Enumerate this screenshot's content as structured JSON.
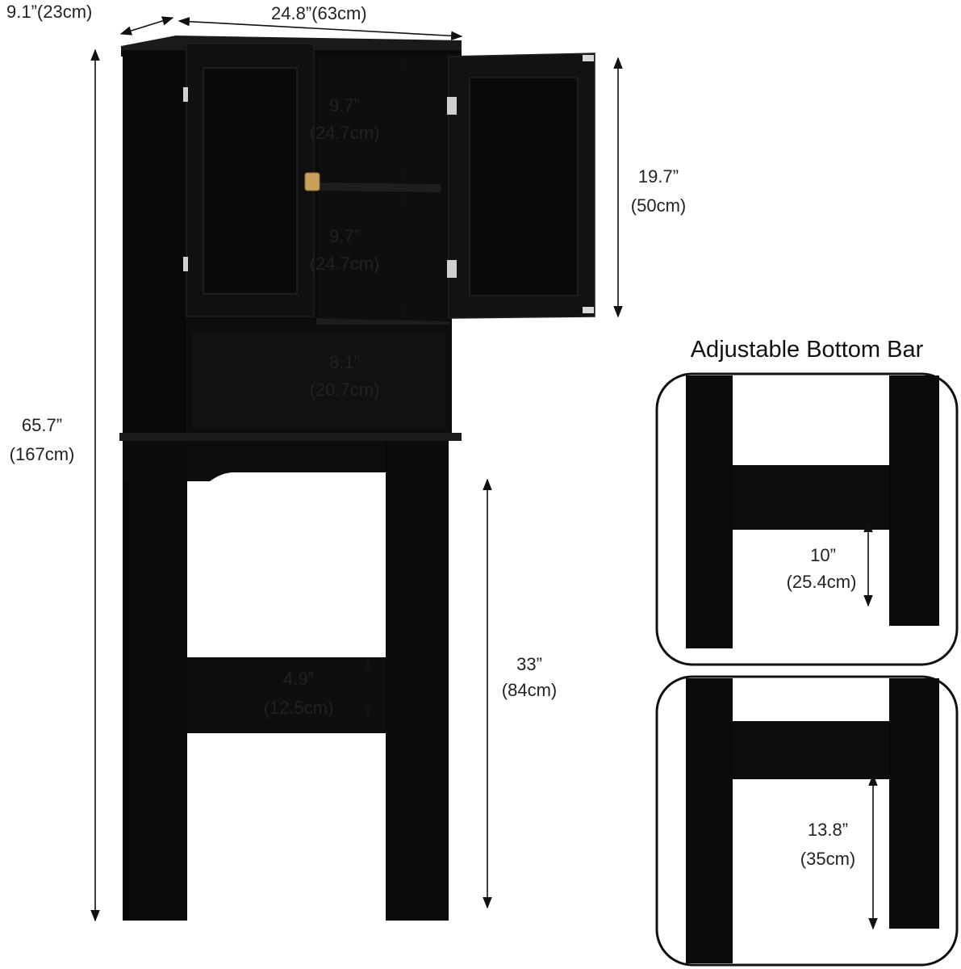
{
  "colors": {
    "cabinet": "#0b0b0b",
    "cabinet_edge": "#1c1c1c",
    "panel_inset": "#141414",
    "hinge": "#cfcfcf",
    "knob": "#c9a25a",
    "dimension_line": "#111111",
    "text": "#222222"
  },
  "dimensions": {
    "depth": "9.1”(23cm)",
    "width": "24.8”(63cm)",
    "total_height_in": "65.7”",
    "total_height_cm": "(167cm)",
    "shelf_upper_in": "9.7”",
    "shelf_upper_cm": "(24.7cm)",
    "shelf_lower_in": "9.7”",
    "shelf_lower_cm": "(24.7cm)",
    "cabinet_height_in": "19.7”",
    "cabinet_height_cm": "(50cm)",
    "open_shelf_in": "8.1”",
    "open_shelf_cm": "(20.7cm)",
    "bar_height_in": "4.9”",
    "bar_height_cm": "(12.5cm)",
    "leg_clearance_in": "33”",
    "leg_clearance_cm": "(84cm)"
  },
  "adjustable": {
    "title": "Adjustable Bottom Bar",
    "option1_in": "10”",
    "option1_cm": "(25.4cm)",
    "option2_in": "13.8”",
    "option2_cm": "(35cm)"
  }
}
